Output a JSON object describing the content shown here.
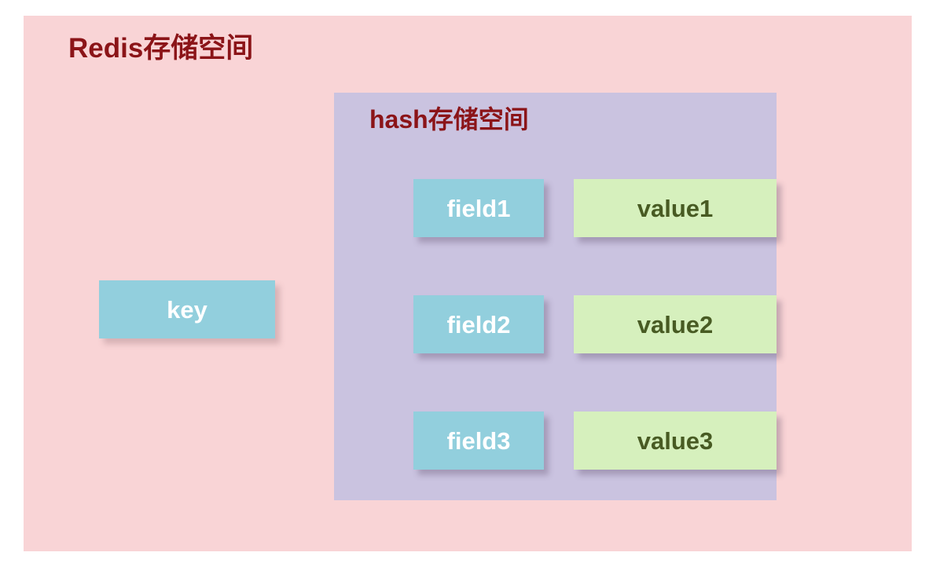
{
  "diagram": {
    "outer": {
      "title": "Redis存储空间",
      "background_color": "#f9d4d6",
      "title_color": "#8b1418"
    },
    "inner": {
      "title": "hash存储空间",
      "background_color": "#cac3e0",
      "title_color": "#8b1418"
    },
    "key": {
      "label": "key",
      "background_color": "#92cfdd",
      "text_color": "#ffffff"
    },
    "entries": [
      {
        "field": "field1",
        "value": "value1"
      },
      {
        "field": "field2",
        "value": "value2"
      },
      {
        "field": "field3",
        "value": "value3"
      }
    ],
    "field_style": {
      "background_color": "#92cfdd",
      "text_color": "#ffffff"
    },
    "value_style": {
      "background_color": "#d6f0bd",
      "text_color": "#485b23"
    }
  }
}
